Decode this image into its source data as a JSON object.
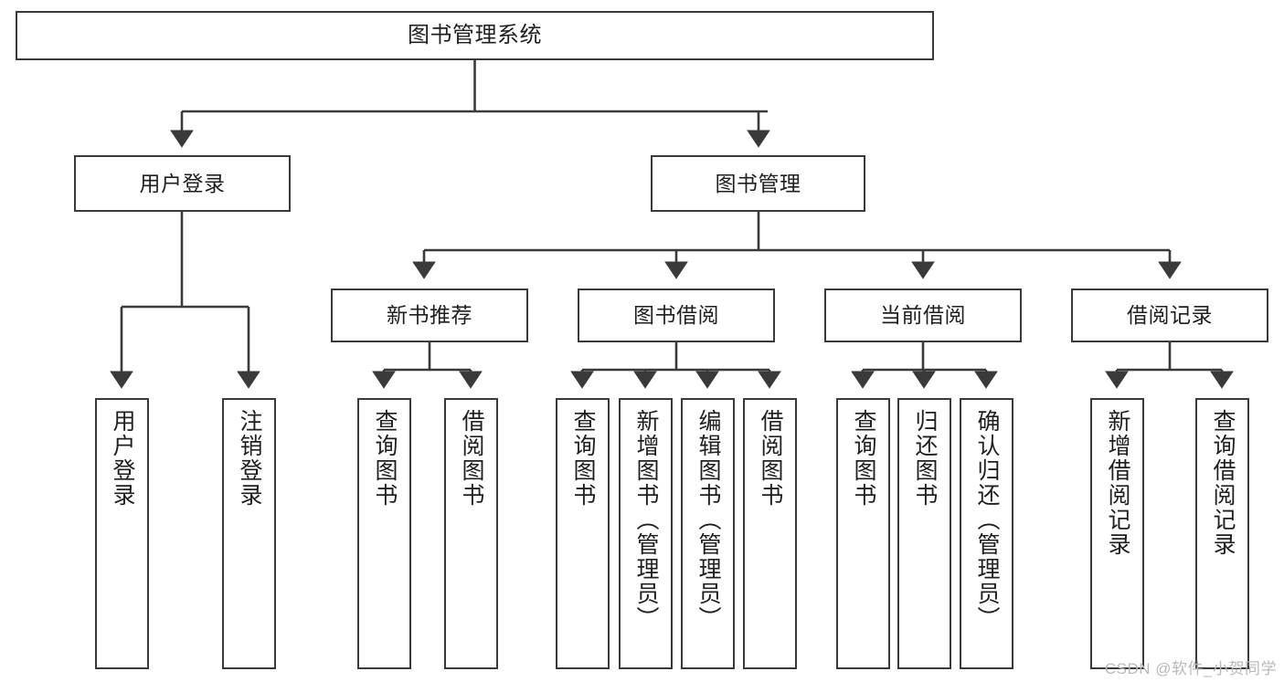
{
  "diagram": {
    "title": "图书管理系统",
    "watermark": "CSDN @软件_小贺同学",
    "line_color": "#3a3a3a",
    "text_color": "#1f1f1f",
    "background": "#ffffff",
    "type": "tree-hierarchy",
    "levels": [
      {
        "level": 1,
        "nodes": [
          {
            "id": "root",
            "label": "图书管理系统",
            "orientation": "horizontal"
          }
        ]
      },
      {
        "level": 2,
        "nodes": [
          {
            "id": "login",
            "label": "用户登录",
            "orientation": "horizontal",
            "parent": "root"
          },
          {
            "id": "bookmgmt",
            "label": "图书管理",
            "orientation": "horizontal",
            "parent": "root"
          }
        ]
      },
      {
        "level": 3,
        "nodes": [
          {
            "id": "newbook",
            "label": "新书推荐",
            "orientation": "horizontal",
            "parent": "bookmgmt"
          },
          {
            "id": "borrow",
            "label": "图书借阅",
            "orientation": "horizontal",
            "parent": "bookmgmt"
          },
          {
            "id": "current",
            "label": "当前借阅",
            "orientation": "horizontal",
            "parent": "bookmgmt"
          },
          {
            "id": "record",
            "label": "借阅记录",
            "orientation": "horizontal",
            "parent": "bookmgmt"
          }
        ]
      },
      {
        "level": 4,
        "nodes": [
          {
            "id": "leaf1",
            "label": "用户登录",
            "orientation": "vertical",
            "parent": "login"
          },
          {
            "id": "leaf2",
            "label": "注销登录",
            "orientation": "vertical",
            "parent": "login"
          },
          {
            "id": "leaf3",
            "label": "查询图书",
            "orientation": "vertical",
            "parent": "newbook"
          },
          {
            "id": "leaf4",
            "label": "借阅图书",
            "orientation": "vertical",
            "parent": "newbook"
          },
          {
            "id": "leaf5",
            "label": "查询图书",
            "orientation": "vertical",
            "parent": "borrow"
          },
          {
            "id": "leaf6",
            "label": "新增图书（管理员）",
            "orientation": "vertical",
            "parent": "borrow"
          },
          {
            "id": "leaf7",
            "label": "编辑图书（管理员）",
            "orientation": "vertical",
            "parent": "borrow"
          },
          {
            "id": "leaf8",
            "label": "借阅图书",
            "orientation": "vertical",
            "parent": "borrow"
          },
          {
            "id": "leaf9",
            "label": "查询图书",
            "orientation": "vertical",
            "parent": "current"
          },
          {
            "id": "leaf10",
            "label": "归还图书",
            "orientation": "vertical",
            "parent": "current"
          },
          {
            "id": "leaf11",
            "label": "确认归还（管理员）",
            "orientation": "vertical",
            "parent": "current"
          },
          {
            "id": "leaf12",
            "label": "新增借阅记录",
            "orientation": "vertical",
            "parent": "record"
          },
          {
            "id": "leaf13",
            "label": "查询借阅记录",
            "orientation": "vertical",
            "parent": "record"
          }
        ]
      }
    ]
  }
}
